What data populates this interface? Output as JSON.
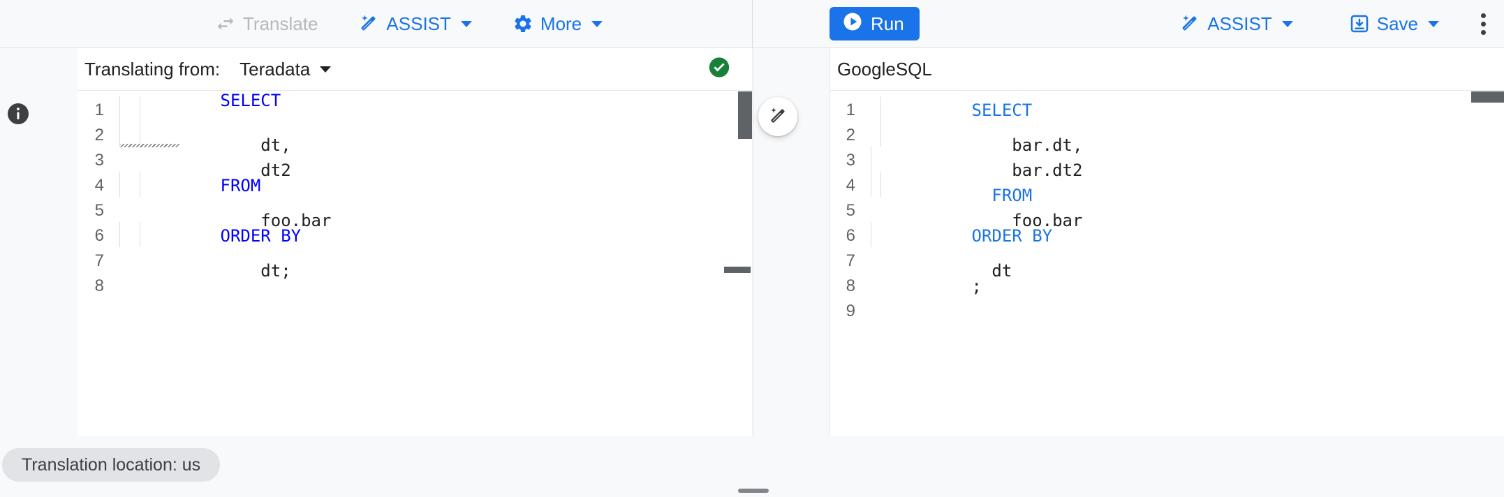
{
  "toolbar": {
    "left_actions": [
      {
        "id": "translate",
        "label": "Translate",
        "icon": "swap-horizontal-icon",
        "disabled": true,
        "has_caret": false
      },
      {
        "id": "assist",
        "label": "ASSIST",
        "icon": "magic-wand-icon",
        "disabled": false,
        "has_caret": true
      },
      {
        "id": "more",
        "label": "More",
        "icon": "gear-icon",
        "disabled": false,
        "has_caret": true
      }
    ],
    "right_actions": [
      {
        "id": "run",
        "label": "Run",
        "icon": "play-circle-icon"
      },
      {
        "id": "assist",
        "label": "ASSIST",
        "icon": "magic-wand-icon",
        "has_caret": true
      },
      {
        "id": "save",
        "label": "Save",
        "icon": "save-icon",
        "has_caret": true
      }
    ],
    "overflow_label": "More options"
  },
  "source_panel": {
    "prefix_label": "Translating from:",
    "dialect": "Teradata",
    "status_icon": "check-circle-icon",
    "status_color": "#188038",
    "keyword_color": "#0000ff",
    "lines": [
      {
        "num": "1",
        "indent": 0,
        "keyword": "SELECT",
        "rest": "",
        "squiggle": true
      },
      {
        "num": "2",
        "indent": 2,
        "keyword": "",
        "rest": "    dt,"
      },
      {
        "num": "3",
        "indent": 2,
        "keyword": "",
        "rest": "    dt2"
      },
      {
        "num": "4",
        "indent": 0,
        "keyword": "FROM",
        "rest": ""
      },
      {
        "num": "5",
        "indent": 2,
        "keyword": "",
        "rest": "    foo.bar"
      },
      {
        "num": "6",
        "indent": 0,
        "keyword": "ORDER BY",
        "rest": ""
      },
      {
        "num": "7",
        "indent": 2,
        "keyword": "",
        "rest": "    dt;"
      },
      {
        "num": "8",
        "indent": 0,
        "keyword": "",
        "rest": ""
      }
    ]
  },
  "target_panel": {
    "dialect": "GoogleSQL",
    "keyword_color": "#1a73e8",
    "magic_button": "magic-edit-icon",
    "lines": [
      {
        "num": "1",
        "indent": 0,
        "keyword": "SELECT",
        "rest": ""
      },
      {
        "num": "2",
        "indent": 2,
        "keyword": "",
        "rest": "    bar.dt,"
      },
      {
        "num": "3",
        "indent": 2,
        "keyword": "",
        "rest": "    bar.dt2"
      },
      {
        "num": "4",
        "indent": 1,
        "keyword": "  FROM",
        "rest": ""
      },
      {
        "num": "5",
        "indent": 2,
        "keyword": "",
        "rest": "    foo.bar"
      },
      {
        "num": "6",
        "indent": 0,
        "keyword": "ORDER BY",
        "rest": ""
      },
      {
        "num": "7",
        "indent": 1,
        "keyword": "",
        "rest": "  dt"
      },
      {
        "num": "8",
        "indent": 0,
        "keyword": "",
        "rest": ";"
      },
      {
        "num": "9",
        "indent": 0,
        "keyword": "",
        "rest": ""
      }
    ]
  },
  "status_bar": {
    "location_chip": "Translation location: us"
  },
  "colors": {
    "brand_blue": "#1a73e8",
    "surface": "#f8f9fa",
    "editor_bg": "#ffffff",
    "text": "#202124",
    "muted": "#5f6368",
    "disabled": "#b5b9bd",
    "success": "#188038"
  }
}
